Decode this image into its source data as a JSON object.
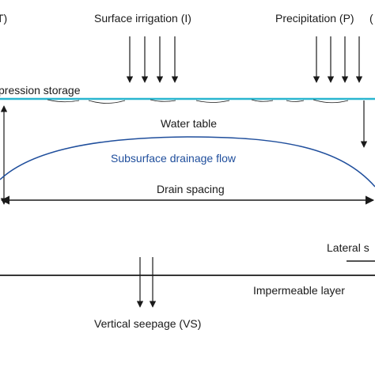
{
  "labels": {
    "et_cut": "T)",
    "surface_irrigation": "Surface irrigation (I)",
    "precipitation": "Precipitation (P)",
    "precipitation_cut": "(",
    "depression_storage": "pression storage",
    "water_table": "Water table",
    "subsurface_drainage_flow": "Subsurface drainage flow",
    "drain_spacing": "Drain spacing",
    "lateral_seepage": "Lateral s",
    "impermeable_layer": "Impermeable layer",
    "vertical_seepage": "Vertical seepage (VS)"
  },
  "colors": {
    "surface_line": "#29b6cf",
    "water_table_curve": "#1f4e9c",
    "subsurface_flow_text": "#1f4e9c",
    "ink": "#1a1a1a"
  }
}
